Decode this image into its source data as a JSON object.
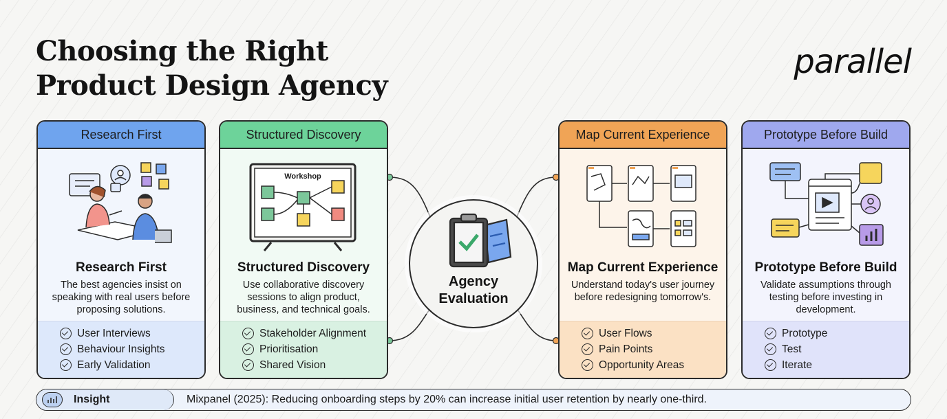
{
  "title": {
    "line1": "Choosing the Right",
    "line2": "Product Design Agency"
  },
  "logo": {
    "text": "parallel"
  },
  "cards": [
    {
      "header": "Research First",
      "title": "Research First",
      "description": "The best agencies insist on speaking with real users before proposing solutions.",
      "items": [
        "User Interviews",
        "Behaviour Insights",
        "Early Validation"
      ],
      "accent": "#6fa4ee",
      "illustration": "user-interview-illustration"
    },
    {
      "header": "Structured Discovery",
      "title": "Structured Discovery",
      "description": "Use collaborative discovery sessions to align product, business, and technical goals.",
      "items": [
        "Stakeholder Alignment",
        "Prioritisation",
        "Shared Vision"
      ],
      "accent": "#6dd39a",
      "illustration": "workshop-board-illustration",
      "board_label": "Workshop"
    },
    {
      "header": "Map Current Experience",
      "title": "Map Current Experience",
      "description": "Understand today's user journey before redesigning tomorrow's.",
      "items": [
        "User Flows",
        "Pain Points",
        "Opportunity Areas"
      ],
      "accent": "#f0a456",
      "illustration": "user-flow-illustration"
    },
    {
      "header": "Prototype Before Build",
      "title": "Prototype Before Build",
      "description": "Validate assumptions through testing before investing in development.",
      "items": [
        "Prototype",
        "Test",
        "Iterate"
      ],
      "accent": "#9fa8ee",
      "illustration": "prototype-illustration"
    }
  ],
  "center": {
    "line1": "Agency",
    "line2": "Evaluation",
    "icon": "clipboard-check-icon"
  },
  "insight": {
    "label": "Insight",
    "text": "Mixpanel (2025): Reducing onboarding steps by 20% can increase initial user retention by nearly one-third.",
    "icon": "bar-chart-icon"
  }
}
